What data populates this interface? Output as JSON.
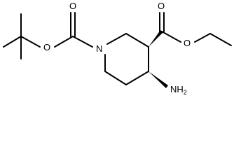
{
  "molecule": {
    "atoms": {
      "boc_carbonyl_oxygen": "O",
      "boc_ether_oxygen": "O",
      "ring_nitrogen": "N",
      "ester_carbonyl_oxygen": "O",
      "ester_ether_oxygen": "O",
      "amino_group": "NH",
      "amino_subscript": "2"
    }
  }
}
